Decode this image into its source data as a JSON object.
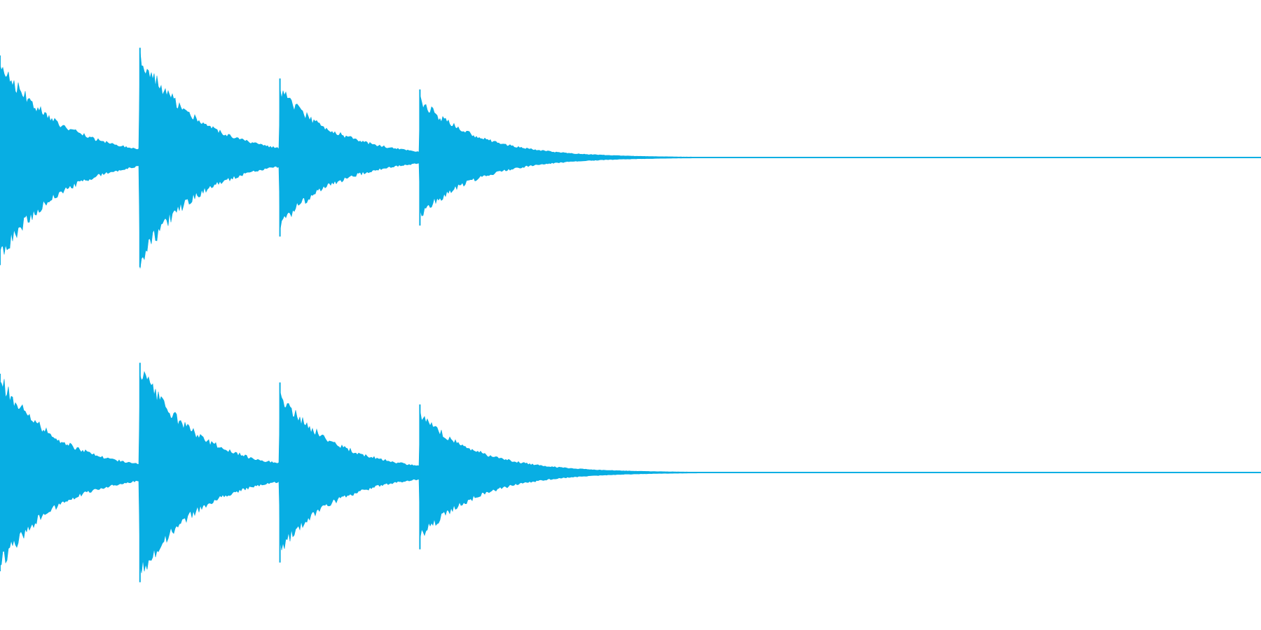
{
  "chart_data": {
    "type": "area",
    "title": "",
    "xlabel": "",
    "ylabel": "",
    "xlim": [
      0,
      1
    ],
    "ylim": [
      -1,
      1
    ],
    "grid": false,
    "legend": "none",
    "color": "#08AEE3",
    "channels": [
      {
        "name": "",
        "center": 0,
        "onsets": [
          {
            "t": 0.0,
            "peak": 0.93,
            "trough": 0.98
          },
          {
            "t": 0.111,
            "peak": 1.0,
            "trough": 1.0
          },
          {
            "t": 0.222,
            "peak": 0.72,
            "trough": 0.72
          },
          {
            "t": 0.333,
            "peak": 0.62,
            "trough": 0.62
          }
        ]
      },
      {
        "name": "",
        "center": 0,
        "onsets": [
          {
            "t": 0.0,
            "peak": 0.9,
            "trough": 0.9
          },
          {
            "t": 0.111,
            "peak": 1.0,
            "trough": 1.0
          },
          {
            "t": 0.222,
            "peak": 0.82,
            "trough": 0.82
          },
          {
            "t": 0.333,
            "peak": 0.62,
            "trough": 0.7
          }
        ]
      }
    ],
    "silence_from": 0.662
  }
}
